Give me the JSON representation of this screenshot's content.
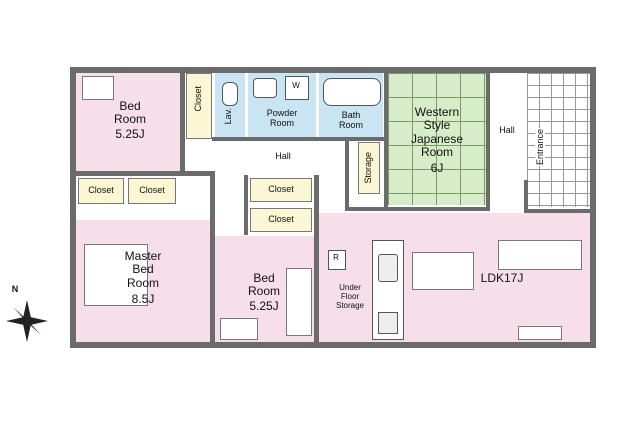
{
  "rooms": {
    "bed_room_1": {
      "name": "Bed\nRoom",
      "size": "5.25J"
    },
    "lav": "Lav.",
    "closet_top": "Closet",
    "powder_room": "Powder\nRoom",
    "w_mark": "W",
    "bath_room": "Bath\nRoom",
    "western_room": {
      "name": "Western\nStyle\nJapanese\nRoom",
      "size": "6J"
    },
    "hall_right": "Hall",
    "entrance": "Entrance",
    "hall_center": "Hall",
    "storage": "Storage",
    "closet_left_1": "Closet",
    "closet_left_2": "Closet",
    "closet_center_1": "Closet",
    "closet_center_2": "Closet",
    "master_bed": {
      "name": "Master\nBed\nRoom",
      "size": "8.5J"
    },
    "bed_room_2": {
      "name": "Bed\nRoom",
      "size": "5.25J"
    },
    "r_mark": "R",
    "under_floor": "Under\nFloor\nStorage",
    "ldk": "LDK17J"
  },
  "compass": {
    "label": "N"
  },
  "colors": {
    "bedroom": "#f6dfe9",
    "wet_area": "#c9e5f4",
    "tatami": "#d7ecc8",
    "closet": "#fbf6d3",
    "wall": "#6b6b6b"
  }
}
